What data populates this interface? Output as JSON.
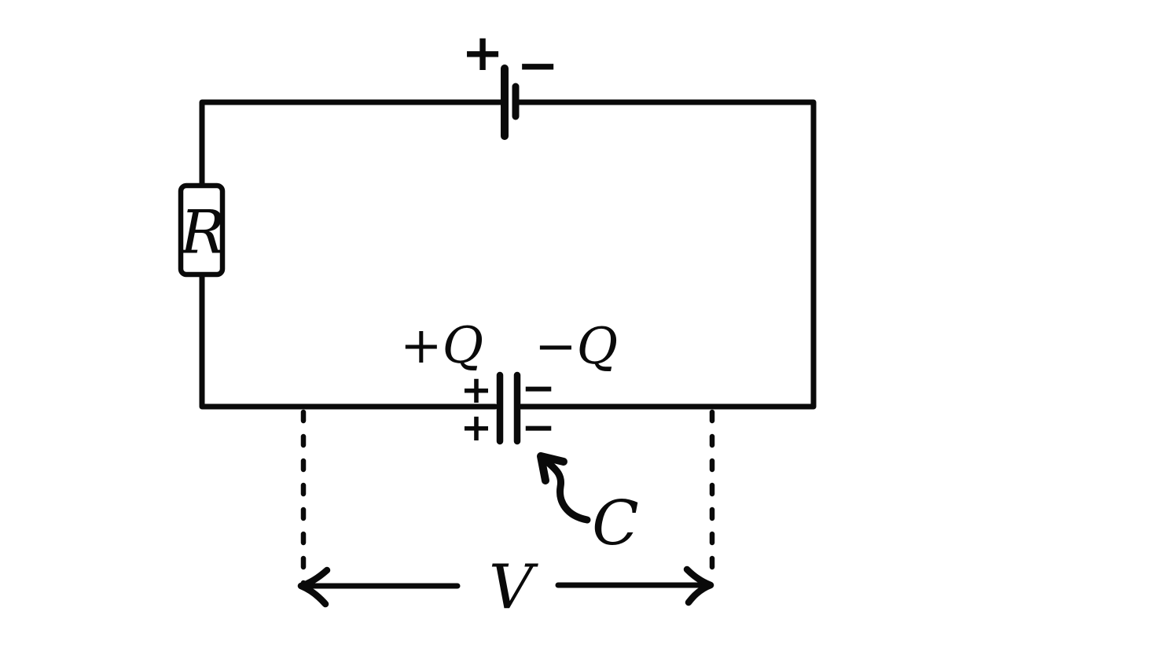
{
  "figure": {
    "type": "hand-drawn RC circuit diagram",
    "colors": {
      "background": "#ffffff",
      "ink": "#0a0a0a"
    },
    "battery": {
      "positive_sign": "+",
      "negative_sign": "−"
    },
    "resistor": {
      "label": "R"
    },
    "capacitor": {
      "label": "C",
      "left_plate_charge": "+Q",
      "right_plate_charge": "−Q",
      "left_plate_signs": [
        "+",
        "+"
      ],
      "right_plate_signs": [
        "−",
        "−"
      ]
    },
    "voltage": {
      "label": "V"
    }
  }
}
